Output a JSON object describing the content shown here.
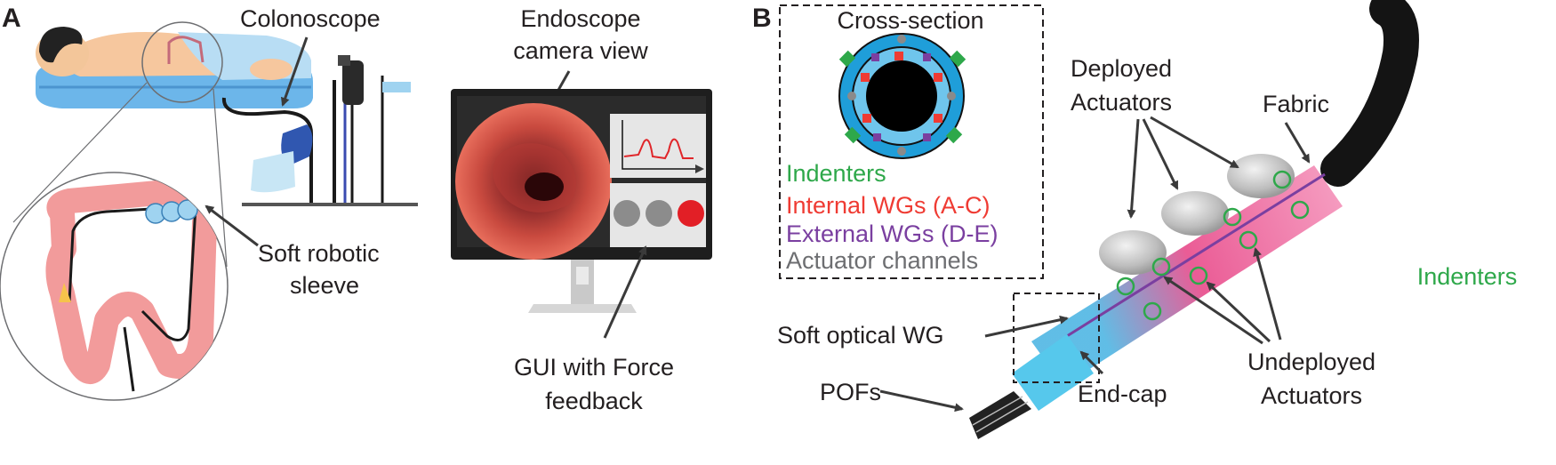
{
  "panels": {
    "a": {
      "letter": "A",
      "colonoscope": "Colonoscope",
      "endoscope_view_line1": "Endoscope",
      "endoscope_view_line2": "camera view",
      "soft_sleeve_line1": "Soft robotic",
      "soft_sleeve_line2": "sleeve",
      "gui_line1": "GUI with Force",
      "gui_line2": "feedback"
    },
    "b": {
      "letter": "B",
      "cross_section_title": "Cross-section",
      "legend": [
        {
          "label": "Indenters",
          "color": "#2ea84a"
        },
        {
          "label": "Internal WGs (A-C)",
          "color": "#ef3b33"
        },
        {
          "label": "External WGs (D-E)",
          "color": "#7a3fa0"
        },
        {
          "label": "Actuator channels",
          "color": "#6d6e71"
        }
      ],
      "deployed_line1": "Deployed",
      "deployed_line2": "Actuators",
      "fabric": "Fabric",
      "indenters": "Indenters",
      "soft_optical_wg": "Soft optical WG",
      "pofs": "POFs",
      "end_cap": "End-cap",
      "undeployed_line1": "Undeployed",
      "undeployed_line2": "Actuators"
    }
  },
  "colors": {
    "text": "#231f20",
    "indenter_green": "#2ea84a",
    "internal_red": "#ef3b33",
    "external_purple": "#7a3fa0",
    "channel_gray": "#6d6e71",
    "sleeve_blue": "#4fb6e3",
    "sleeve_pink": "#f0548f",
    "colon_pink": "#f08a8a",
    "monitor": "#1e1e1e",
    "force_plot": "#e0262a"
  }
}
